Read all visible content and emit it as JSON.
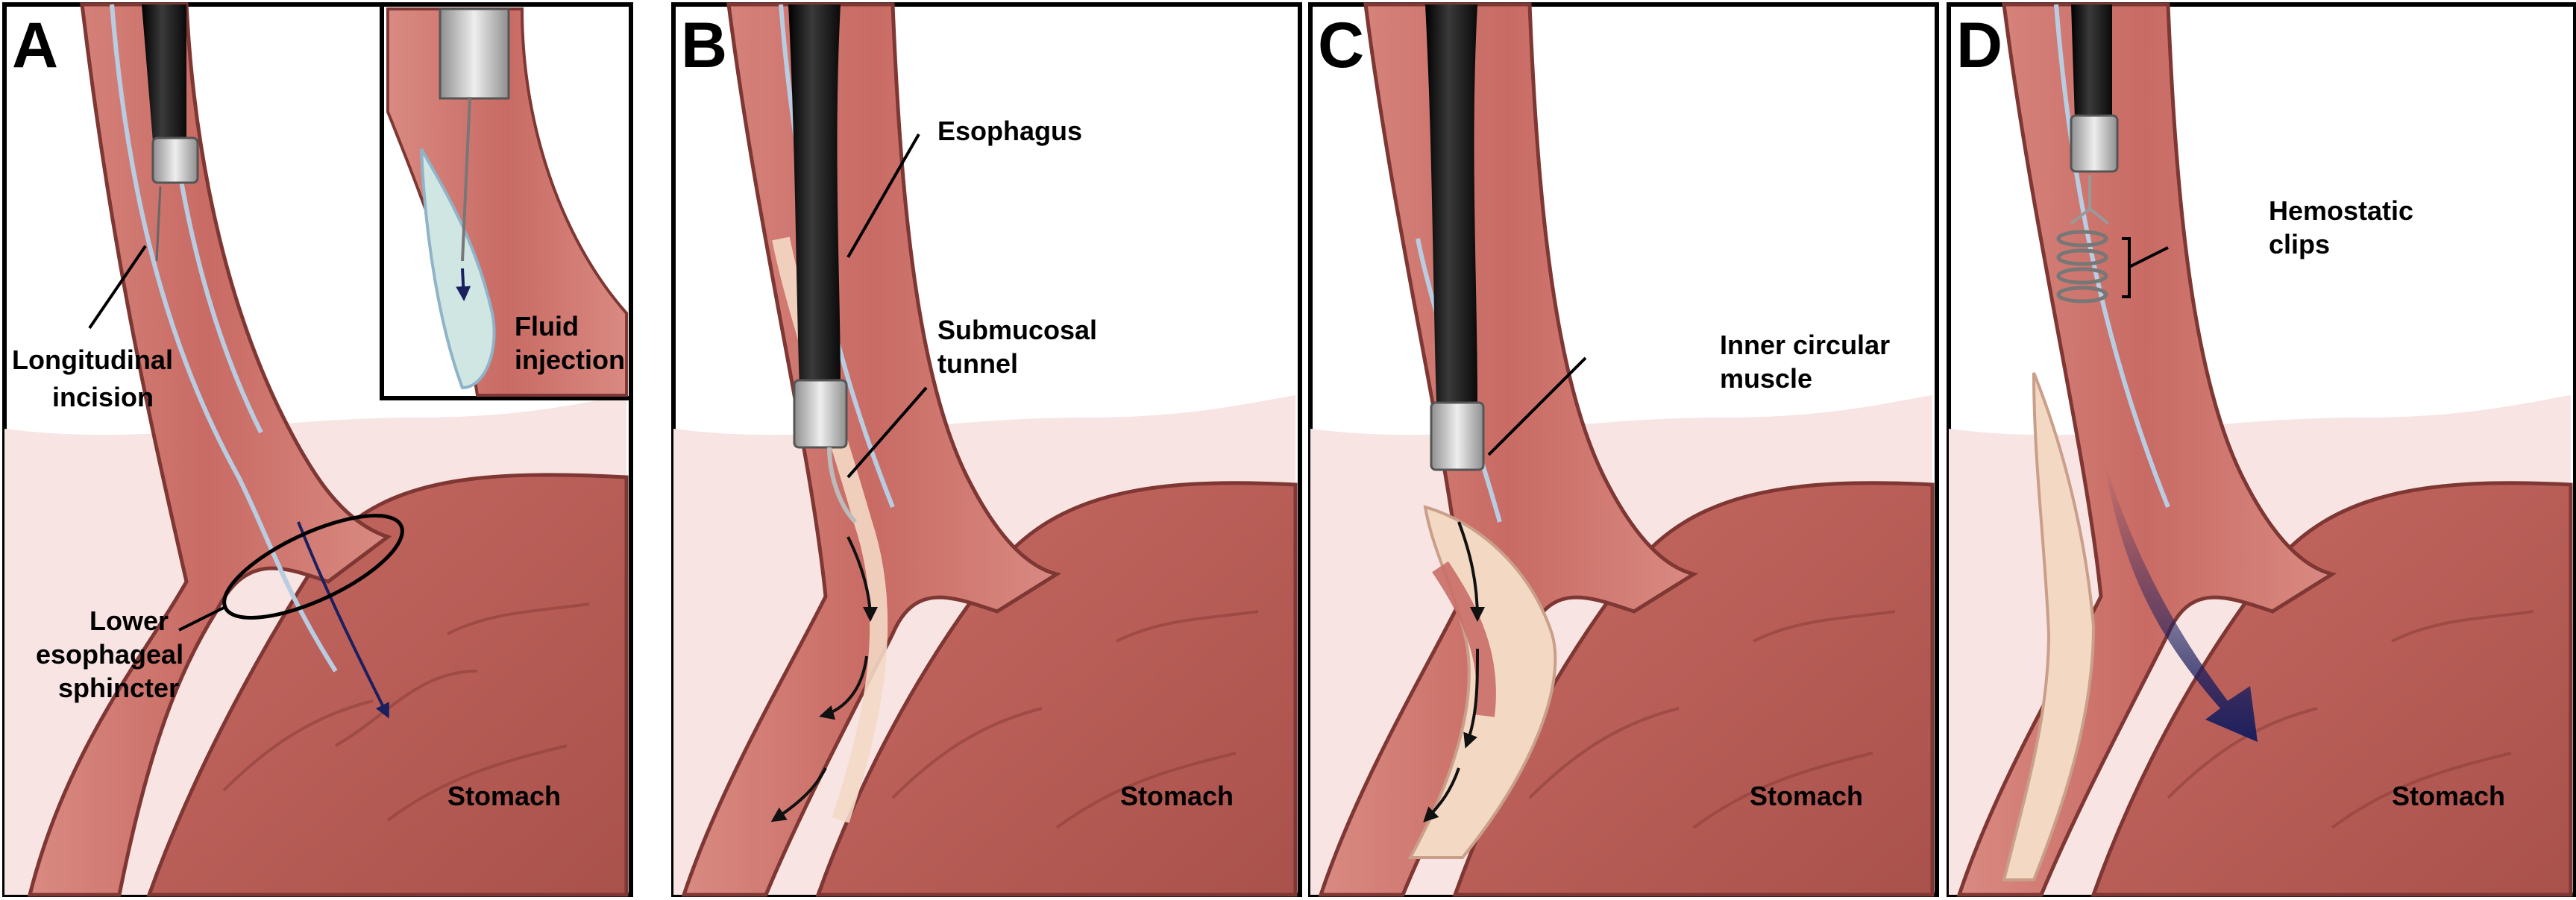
{
  "panels": [
    {
      "letter": "A",
      "labels": {
        "longitudinal_incision": [
          "Longitudinal",
          "incision"
        ],
        "lower_esophageal_sphincter": [
          "Lower",
          "esophageal",
          "sphincter"
        ],
        "stomach": "Stomach",
        "inset_fluid_injection": [
          "Fluid",
          "injection"
        ]
      }
    },
    {
      "letter": "B",
      "labels": {
        "esophagus": "Esophagus",
        "submucosal_tunnel": [
          "Submucosal",
          "tunnel"
        ],
        "stomach": "Stomach"
      }
    },
    {
      "letter": "C",
      "labels": {
        "inner_circular_muscle": [
          "Inner circular",
          "muscle"
        ],
        "stomach": "Stomach"
      }
    },
    {
      "letter": "D",
      "labels": {
        "hemostatic_clips": [
          "Hemostatic",
          "clips"
        ],
        "stomach": "Stomach"
      }
    }
  ],
  "colors": {
    "tissue": "#c96e67",
    "tissue_dark": "#9e4a45",
    "stomach_wall": "#b85e58",
    "mucosa_light": "#e7aaa0",
    "submucosa": "#f3d8c4",
    "background_tissue": "#f7e4e3",
    "endoscope": "#1a1a1a",
    "scope_tip": "#bfbfbf",
    "fluid": "#cfe6e3",
    "arrow": "#1b1f5e",
    "mucosa_outline": "#b9cde2"
  }
}
